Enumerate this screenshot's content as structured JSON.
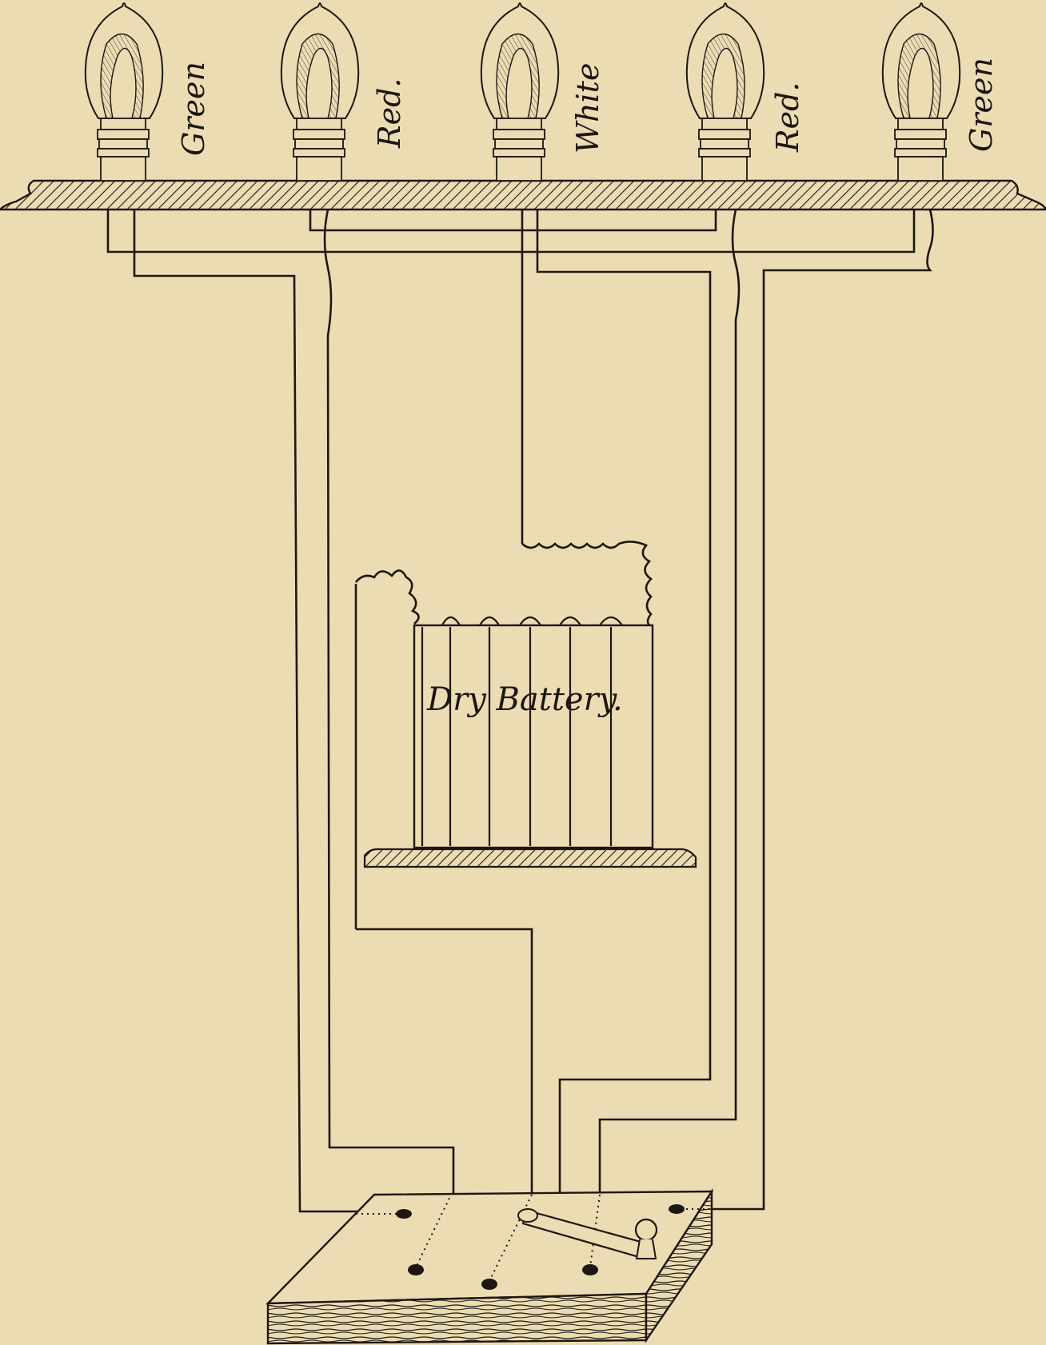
{
  "bulb_labels": {
    "b1": "Green",
    "b2": "Red.",
    "b3": "White",
    "b4": "Red.",
    "b5": "Green"
  },
  "battery_label": "Dry Battery.",
  "colors": {
    "paper": "#ecdcb4",
    "ink": "#1c1710"
  }
}
